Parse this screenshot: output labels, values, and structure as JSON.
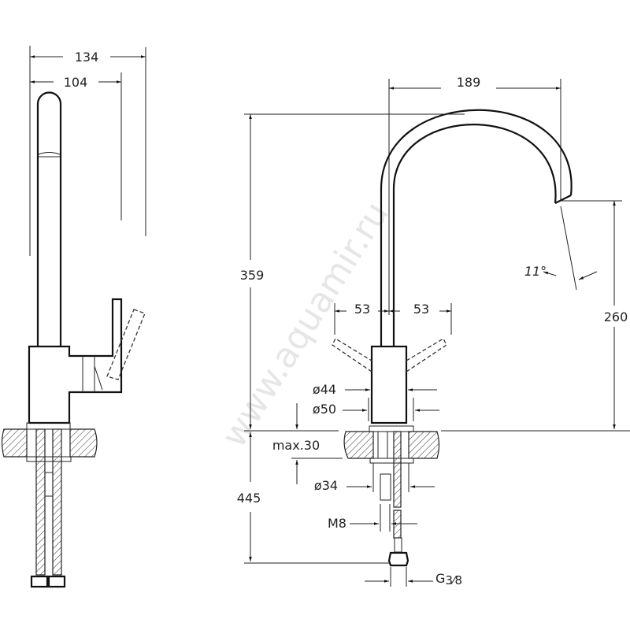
{
  "watermark": "www.aquamir.ru",
  "side_view": {
    "width_overall": "134",
    "width_handle": "104"
  },
  "front_view": {
    "spout_reach": "189",
    "total_height": "359",
    "spout_height": "260",
    "spout_angle": "11°",
    "handle_swing_left": "53",
    "handle_swing_right": "53",
    "body_diameter": "ø44",
    "base_diameter": "ø50",
    "max_countertop": "max.30",
    "hole_diameter": "ø34",
    "below_length": "445",
    "stud_thread": "M8",
    "hose_thread_main": "G",
    "hose_thread_fraction": "3⁄8"
  }
}
